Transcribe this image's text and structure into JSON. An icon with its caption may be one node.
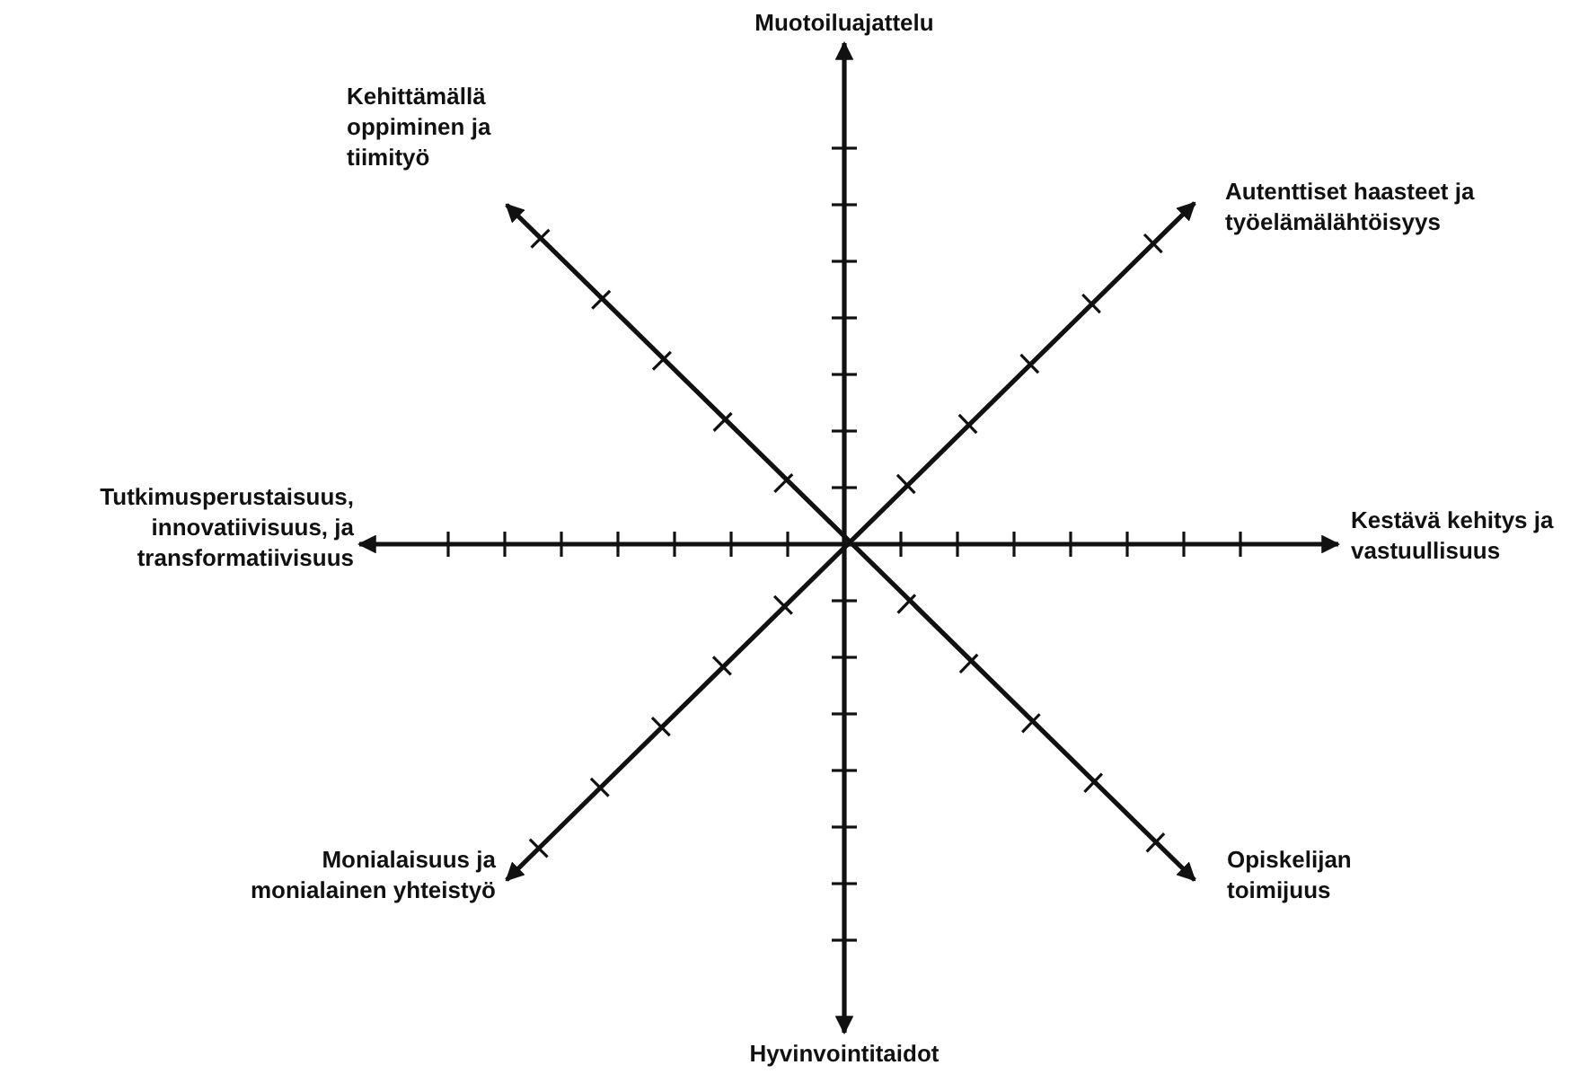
{
  "diagram": {
    "nodes": [
      {
        "text": [
          "Muotoiluajattelu"
        ]
      },
      {
        "text": [
          "Kehittämällä oppiminen ja tiimityö"
        ]
      },
      {
        "text": [
          "Autenttiset haasteet ja työelämälähtöisyys"
        ]
      },
      {
        "text": [
          "Tutkimusperustaisuus, innovatiivisuus, ja transformatiivisuus"
        ]
      },
      {
        "text": [
          "Kestävä kehitys ja vastuullisuus"
        ]
      },
      {
        "text": [
          "Monialaisuus ja monialainen yhteistyö"
        ]
      },
      {
        "text": [
          "Opiskelijan toimijuus"
        ]
      },
      {
        "text": [
          "Hyvinvointitaidot"
        ]
      }
    ],
    "edges": [
      {
        "from": 0,
        "to": 7,
        "arrow": "both"
      },
      {
        "from": 2,
        "to": 5,
        "arrow": "both"
      },
      {
        "from": 4,
        "to": 3,
        "arrow": "both"
      },
      {
        "from": 6,
        "to": 1,
        "arrow": "both"
      }
    ]
  }
}
